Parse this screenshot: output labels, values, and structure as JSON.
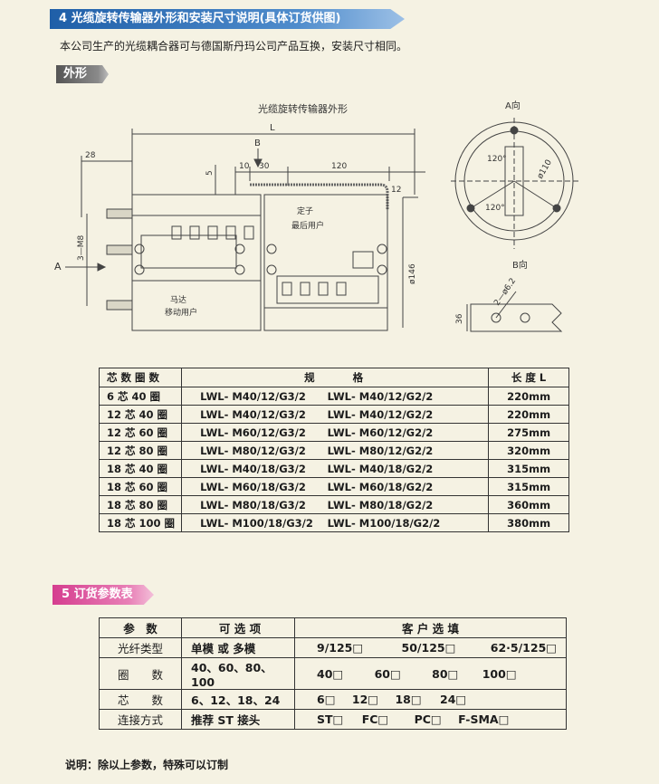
{
  "section4": {
    "title": "4 光缆旋转传输器外形和安装尺寸说明(具体订货供图)",
    "intro": "本公司生产的光缆耦合器可与德国斯丹玛公司产品互换，安装尺寸相同。",
    "subhead": "外形"
  },
  "drawing": {
    "title": "光缆旋转传输器外形",
    "dim_L": "L",
    "dim_B": "B",
    "dim_28": "28",
    "dim_5": "5",
    "dim_10": "10",
    "dim_30": "30",
    "dim_120": "120",
    "dim_12": "12",
    "dim_M8": "3—M8",
    "dim_146": "ø146",
    "arrow_A": "A",
    "stator_label_1": "定子",
    "stator_label_2": "最后用户",
    "rotor_label_1": "马达",
    "rotor_label_2": "移动用户",
    "viewA_label": "A向",
    "viewA_120a": "120°",
    "viewA_120b": "120°",
    "viewA_110": "ø110",
    "viewB_label": "B向",
    "viewB_dim": "2—ø6.2",
    "viewB_36": "36"
  },
  "spec_table": {
    "headers": [
      "芯 数 圈 数",
      "规",
      "格",
      "长 度 L"
    ],
    "rows": [
      [
        "6 芯 40 圈",
        "LWL- M40/12/G3/2",
        "LWL- M40/12/G2/2",
        "220mm"
      ],
      [
        "12 芯 40 圈",
        "LWL- M40/12/G3/2",
        "LWL- M40/12/G2/2",
        "220mm"
      ],
      [
        "12 芯 60 圈",
        "LWL- M60/12/G3/2",
        "LWL- M60/12/G2/2",
        "275mm"
      ],
      [
        "12 芯 80 圈",
        "LWL- M80/12/G3/2",
        "LWL- M80/12/G2/2",
        "320mm"
      ],
      [
        "18 芯 40 圈",
        "LWL- M40/18/G3/2",
        "LWL- M40/18/G2/2",
        "315mm"
      ],
      [
        "18 芯 60 圈",
        "LWL- M60/18/G3/2",
        "LWL- M60/18/G2/2",
        "315mm"
      ],
      [
        "18 芯 80 圈",
        "LWL- M80/18/G3/2",
        "LWL- M80/18/G2/2",
        "360mm"
      ],
      [
        "18 芯 100 圈",
        "LWL- M100/18/G3/2",
        "LWL- M100/18/G2/2",
        "380mm"
      ]
    ]
  },
  "section5": {
    "title": "5 订货参数表"
  },
  "order_table": {
    "headers": [
      "参　数",
      "可 选 项",
      "客 户 选 填"
    ],
    "rows": [
      {
        "param": "光纤类型",
        "choice": "单模 或 多模",
        "options": [
          "9/125□",
          "50/125□",
          "62·5/125□"
        ]
      },
      {
        "param": "圈　　数",
        "choice": "40、60、80、100",
        "options": [
          "40□",
          "60□",
          "80□",
          "100□"
        ]
      },
      {
        "param": "芯　　数",
        "choice": "6、12、18、24",
        "options": [
          "6□",
          "12□",
          "18□",
          "24□"
        ]
      },
      {
        "param": "连接方式",
        "choice": "推荐 ST 接头",
        "options": [
          "ST□",
          "FC□",
          "PC□",
          "F-SMA□"
        ]
      }
    ]
  },
  "note": "说明：除以上参数，特殊可以订制",
  "colors": {
    "banner_blue": "#1f5fa8",
    "banner_pink": "#d53e8f",
    "subhead_gray": "#555555",
    "paper": "#f5f2e3"
  }
}
